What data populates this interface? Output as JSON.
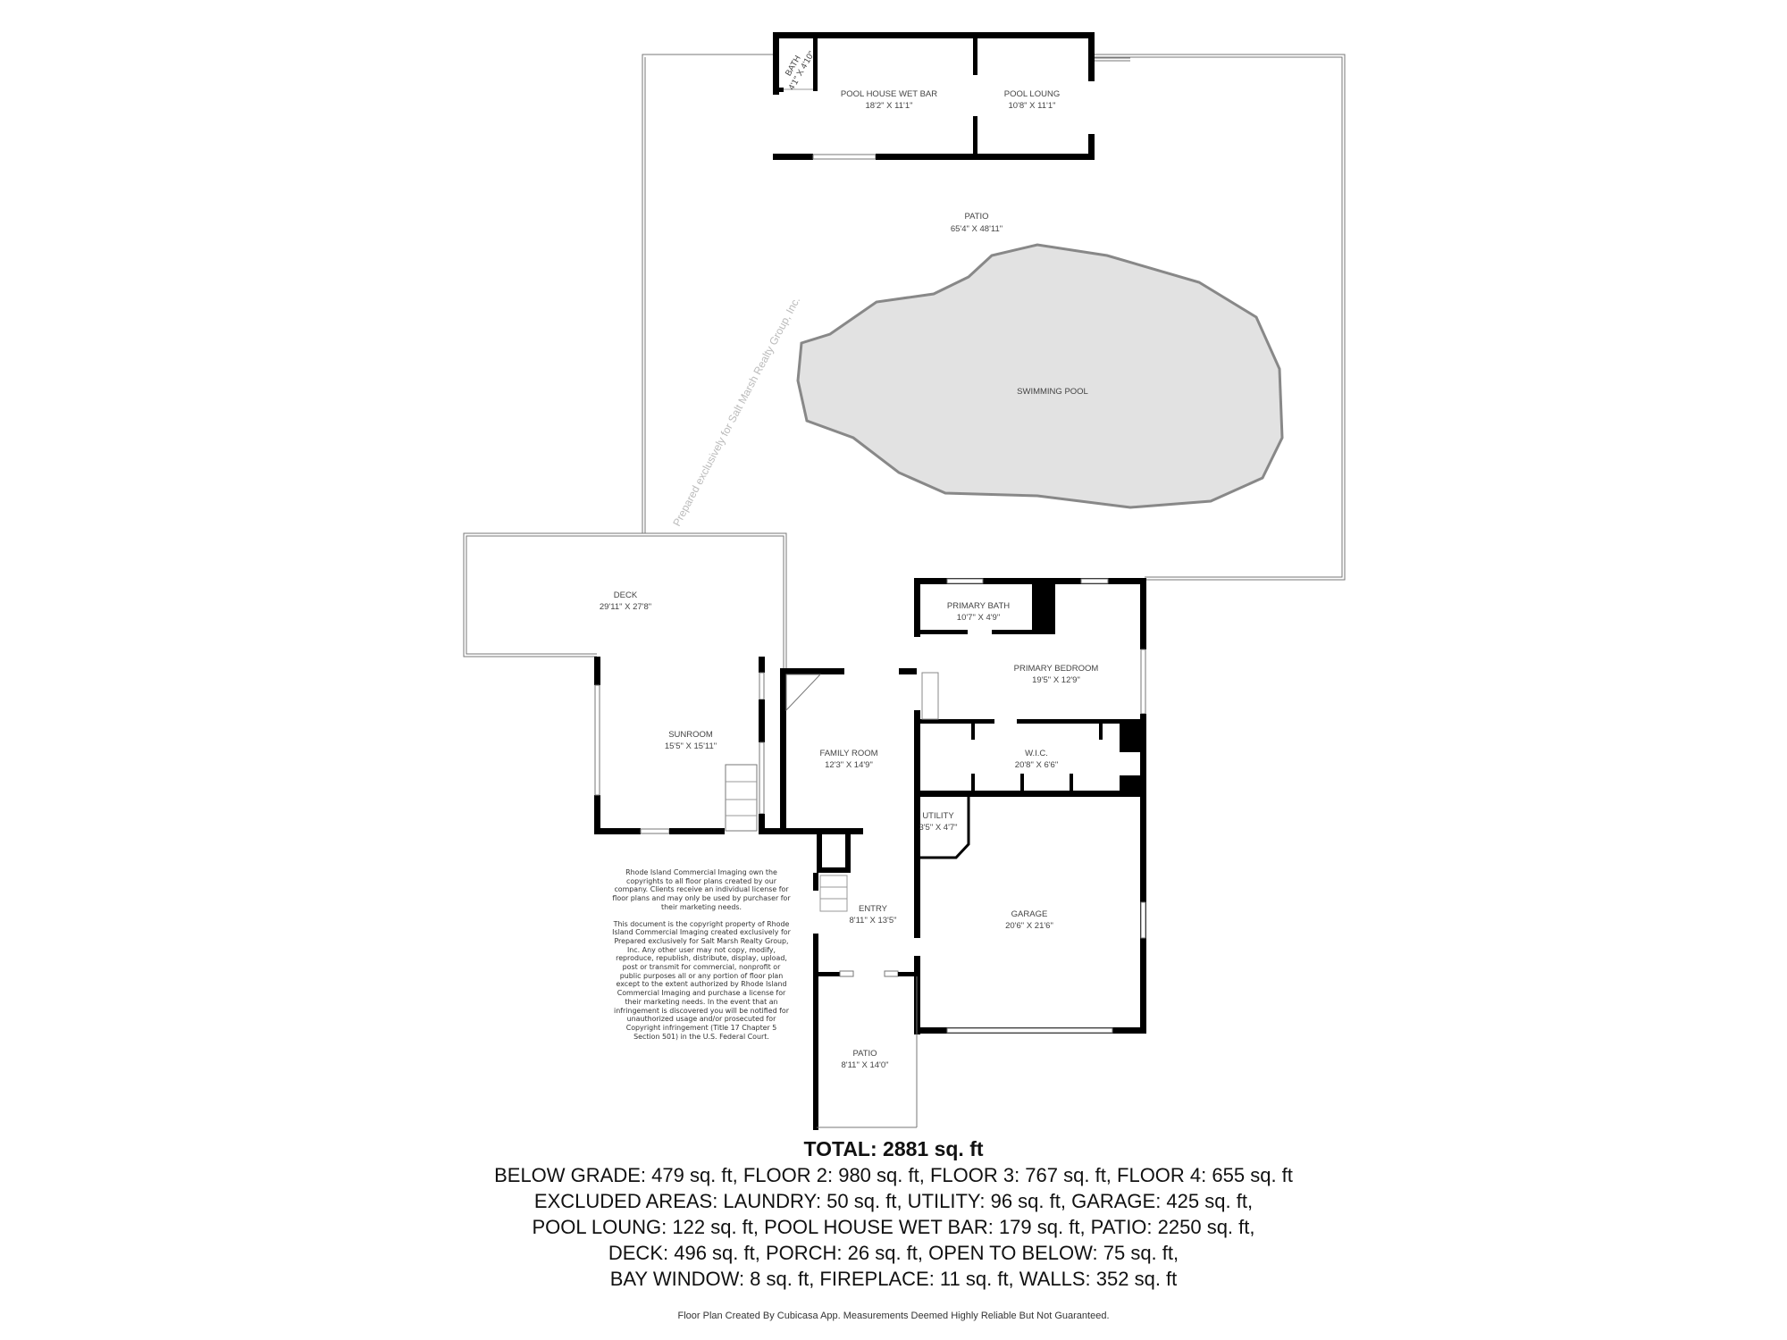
{
  "rooms": {
    "bath": {
      "name": "BATH",
      "dims": "4'1\" X 4'10\""
    },
    "pool_house_wet_bar": {
      "name": "POOL HOUSE WET BAR",
      "dims": "18'2\" X 11'1\""
    },
    "pool_loung": {
      "name": "POOL LOUNG",
      "dims": "10'8\" X 11'1\""
    },
    "patio_main": {
      "name": "PATIO",
      "dims": "65'4\" X 48'11\""
    },
    "swimming_pool": {
      "name": "SWIMMING POOL"
    },
    "deck": {
      "name": "DECK",
      "dims": "29'11\" X 27'8\""
    },
    "primary_bath": {
      "name": "PRIMARY BATH",
      "dims": "10'7\" X 4'9\""
    },
    "primary_bedroom": {
      "name": "PRIMARY BEDROOM",
      "dims": "19'5\" X 12'9\""
    },
    "sunroom": {
      "name": "SUNROOM",
      "dims": "15'5\" X 15'11\""
    },
    "family_room": {
      "name": "FAMILY ROOM",
      "dims": "12'3\" X 14'9\""
    },
    "wic": {
      "name": "W.I.C.",
      "dims": "20'8\" X 6'6\""
    },
    "utility": {
      "name": "UTILITY",
      "dims": "3'5\" X 4'7\""
    },
    "entry": {
      "name": "ENTRY",
      "dims": "8'11\" X 13'5\""
    },
    "garage": {
      "name": "GARAGE",
      "dims": "20'6\" X 21'6\""
    },
    "patio_small": {
      "name": "PATIO",
      "dims": "8'11\" X 14'0\""
    }
  },
  "watermark": "Prepared exclusively for Salt Marsh Realty Group, Inc.",
  "copyright": {
    "p1": "Rhode Island Commercial Imaging own the copyrights to all floor plans created by our company. Clients receive an individual license for floor plans and may only be used by purchaser for their marketing needs.",
    "p2": "This document is the copyright property of Rhode Island Commercial Imaging created exclusively for Prepared exclusively for Salt Marsh Realty Group, Inc. Any other user may not copy, modify, reproduce, republish, distribute, display, upload, post or transmit for commercial, nonprofit or public purposes all or any portion of floor plan except to the extent authorized by Rhode Island Commercial Imaging and purchase a license for their marketing needs. In the event that an infringement is discovered you will be notified for unauthorized usage and/or prosecuted for Copyright infringement (Title 17 Chapter 5 Section 501) in the U.S. Federal Court."
  },
  "summary": {
    "total": "TOTAL: 2881 sq. ft",
    "lines": [
      "BELOW GRADE: 479 sq. ft, FLOOR 2: 980 sq. ft, FLOOR 3: 767 sq. ft, FLOOR 4: 655 sq. ft",
      "EXCLUDED AREAS: LAUNDRY: 50 sq. ft, UTILITY: 96 sq. ft, GARAGE: 425 sq. ft,",
      "POOL LOUNG: 122 sq. ft, POOL HOUSE WET BAR: 179 sq. ft, PATIO: 2250 sq. ft,",
      "DECK: 496 sq. ft, PORCH: 26 sq. ft, OPEN TO BELOW: 75 sq. ft,",
      "BAY WINDOW: 8 sq. ft, FIREPLACE: 11 sq. ft, WALLS: 352 sq. ft"
    ]
  },
  "footer": "Floor Plan Created By Cubicasa App. Measurements Deemed Highly Reliable But Not Guaranteed.",
  "colors": {
    "wall": "#000000",
    "pool_fill": "#e2e2e2",
    "text": "#444444"
  }
}
